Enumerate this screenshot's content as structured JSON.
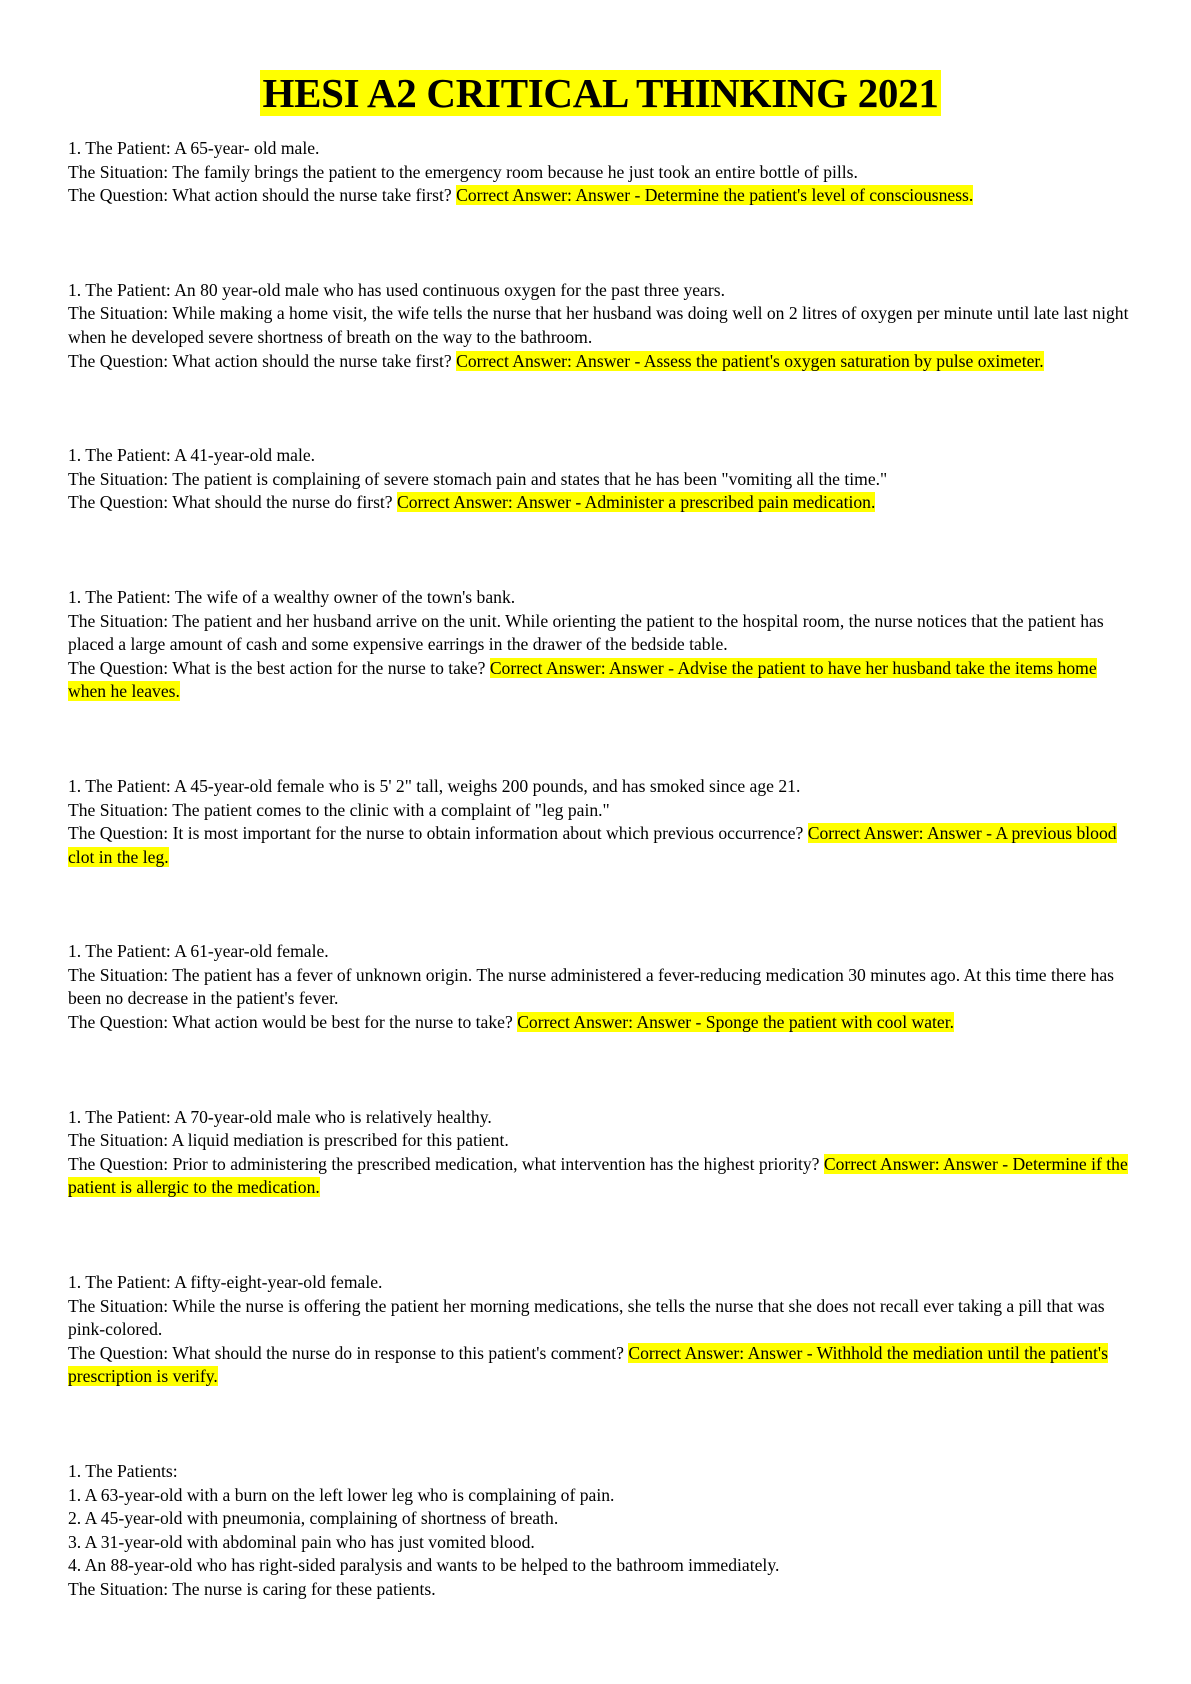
{
  "title": "HESI A2 CRITICAL THINKING 2021",
  "highlight_color": "#ffff00",
  "questions": [
    {
      "patient": "1. The Patient: A 65-year- old male.",
      "situation": "The Situation: The family brings the patient to the emergency room because he just took an entire bottle of pills.",
      "question": "The Question: What action should the nurse take first?",
      "answer": "Correct Answer: Answer - Determine the patient's level of consciousness."
    },
    {
      "patient": "1. The Patient: An 80 year-old male who has used continuous oxygen for the past three years.",
      "situation": "The Situation: While making a home visit, the wife tells the nurse that her husband was doing well on 2 litres of oxygen per minute until late last night when he developed severe shortness of breath on the way to the bathroom.",
      "question": "The Question: What action should the nurse take first?",
      "answer": "Correct Answer: Answer - Assess the patient's oxygen saturation by pulse oximeter."
    },
    {
      "patient": "1. The Patient: A 41-year-old male.",
      "situation": "The Situation: The patient is complaining of severe stomach pain and states that he has been \"vomiting all the time.\"",
      "question": "The Question: What should the nurse do first?",
      "answer": "Correct Answer: Answer - Administer a prescribed pain medication."
    },
    {
      "patient": "1. The Patient: The wife of a wealthy owner of the town's bank.",
      "situation": "The Situation: The patient and her husband arrive on the unit. While orienting the patient to the hospital room, the nurse notices that the patient has placed a large amount of cash and some expensive earrings in the drawer of the bedside table.",
      "question": "The Question: What is the best action for the nurse to take?",
      "answer": "Correct Answer: Answer - Advise the patient to have her husband take the items home when he leaves."
    },
    {
      "patient": "1. The Patient: A 45-year-old female who is 5' 2\" tall, weighs 200 pounds, and has smoked since age 21.",
      "situation": "The Situation: The patient comes to the clinic with a complaint of \"leg pain.\"",
      "question": "The Question: It is most important for the nurse to obtain information about which previous occurrence?",
      "answer": "Correct Answer: Answer - A previous blood clot in the leg."
    },
    {
      "patient": "1. The Patient: A 61-year-old female.",
      "situation": "The Situation: The patient has a fever of unknown origin. The nurse administered a fever-reducing medication 30 minutes ago. At this time there has been no decrease in the patient's fever.",
      "question": "The Question: What action would be best for the nurse to take?",
      "answer": "Correct Answer: Answer - Sponge the patient with cool water."
    },
    {
      "patient": "1. The Patient: A 70-year-old male who is relatively healthy.",
      "situation": "The Situation: A liquid mediation is prescribed for this patient.",
      "question": "The Question: Prior to administering the prescribed medication, what intervention has the highest priority?",
      "answer": "Correct Answer: Answer - Determine if the patient is allergic to the medication."
    },
    {
      "patient": "1. The Patient: A fifty-eight-year-old female.",
      "situation": "The Situation: While the nurse is offering the patient her morning medications, she tells the nurse that she does not recall ever taking a pill that was pink-colored.",
      "question": "The Question: What should the nurse do in response to this patient's comment?",
      "answer": "Correct Answer: Answer - Withhold the mediation until the patient's prescription is verify."
    }
  ],
  "last_question": {
    "patients_heading": "1. The Patients:",
    "patients": [
      "1. A 63-year-old with a burn on the left lower leg who is complaining of pain.",
      "2. A 45-year-old with pneumonia, complaining of shortness of breath.",
      "3. A 31-year-old with abdominal pain who has just vomited blood.",
      "4. An 88-year-old who has right-sided paralysis and wants to be helped to the bathroom immediately."
    ],
    "situation": "The Situation: The nurse is caring for these patients."
  }
}
